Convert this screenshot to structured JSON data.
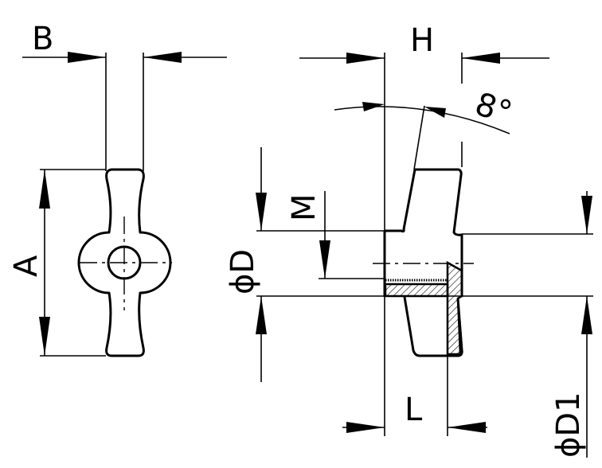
{
  "labels": {
    "B": "B",
    "A": "A",
    "H": "H",
    "angle": "8°",
    "M": "M",
    "D": "ϕD",
    "D1": "ϕD1",
    "L": "L"
  },
  "colors": {
    "line": "#000000",
    "background": "#ffffff"
  }
}
